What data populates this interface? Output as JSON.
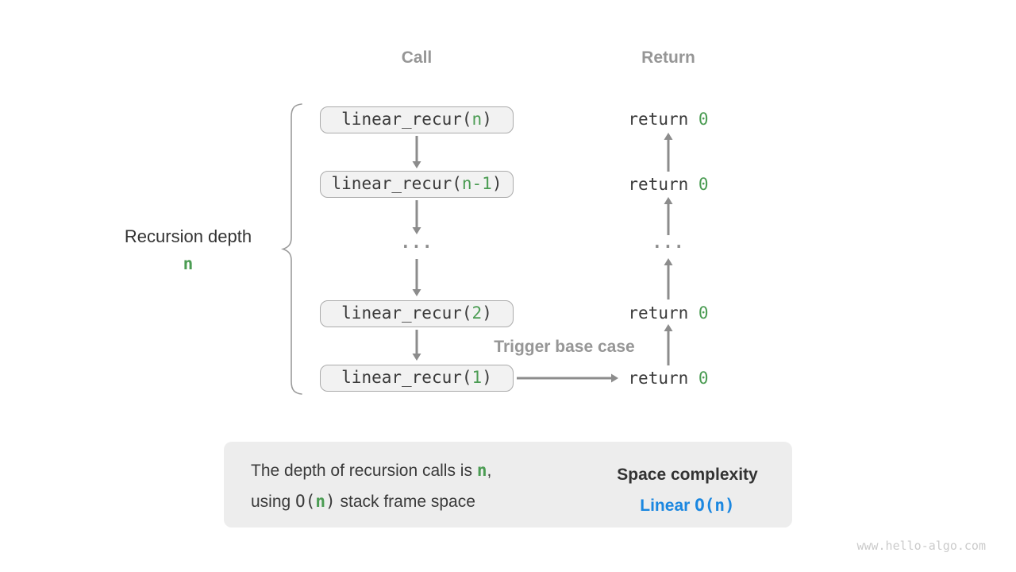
{
  "colors": {
    "accent_green": "#4B9C53",
    "accent_blue": "#1B87E0",
    "label_gray": "#969696",
    "box_fill": "#F2F2F2",
    "summary_fill": "#EDEDED"
  },
  "headers": {
    "call": "Call",
    "return": "Return"
  },
  "depth_label": {
    "text": "Recursion depth",
    "value": "n"
  },
  "calls": [
    {
      "pre": "linear_recur(",
      "arg": "n",
      "post": ")"
    },
    {
      "pre": "linear_recur(",
      "arg": "n-1",
      "post": ")"
    },
    {
      "pre": "linear_recur(",
      "arg": "2",
      "post": ")"
    },
    {
      "pre": "linear_recur(",
      "arg": "1",
      "post": ")"
    }
  ],
  "returns": [
    {
      "keyword": "return ",
      "value": "0"
    },
    {
      "keyword": "return ",
      "value": "0"
    },
    {
      "keyword": "return ",
      "value": "0"
    },
    {
      "keyword": "return ",
      "value": "0"
    }
  ],
  "ellipsis": "...",
  "trigger_label": "Trigger base case",
  "summary": {
    "line1_pre": "The depth of recursion calls is ",
    "line1_arg": "n",
    "line1_post": ",",
    "line2_pre": "using ",
    "line2_code_pre": "O(",
    "line2_code_arg": "n",
    "line2_code_post": ")",
    "line2_post": " stack frame space",
    "result_title": "Space complexity",
    "result_name": "Linear ",
    "result_code": "O(n)"
  },
  "watermark": "www.hello-algo.com"
}
